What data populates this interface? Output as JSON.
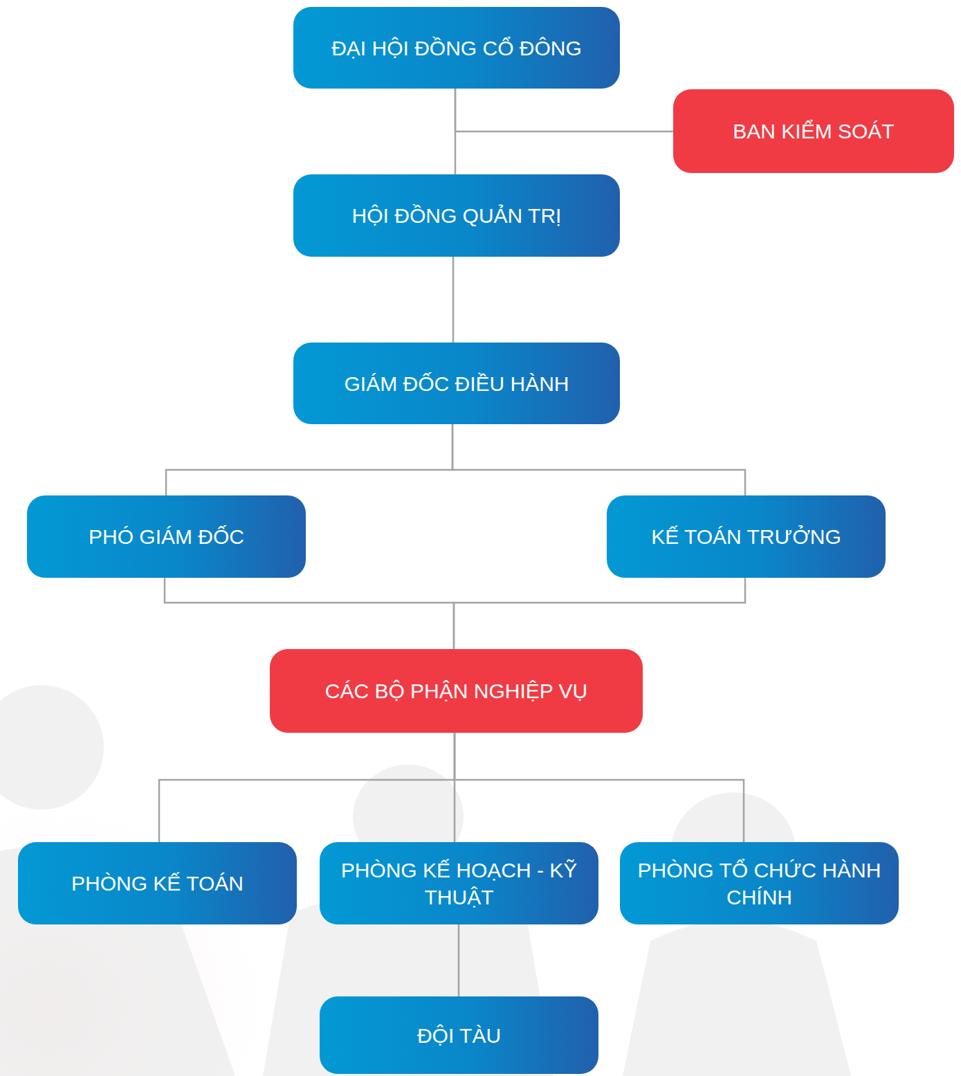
{
  "diagram": {
    "nodes": [
      {
        "text": [
          "ĐẠI HỘI ĐỒNG CỔ ĐÔNG"
        ]
      },
      {
        "text": [
          "BAN KIỂM SOÁT"
        ]
      },
      {
        "text": [
          "HỘI ĐỒNG QUẢN TRỊ"
        ]
      },
      {
        "text": [
          "GIÁM ĐỐC ĐIỀU HÀNH"
        ]
      },
      {
        "text": [
          "PHÓ GIÁM ĐỐC"
        ]
      },
      {
        "text": [
          "KẾ TOÁN TRƯỞNG"
        ]
      },
      {
        "text": [
          "CÁC BỘ PHẬN NGHIỆP VỤ"
        ]
      },
      {
        "text": [
          "PHÒNG KẾ TOÁN"
        ]
      },
      {
        "text": [
          "PHÒNG KẾ HOẠCH - KỸ THUẬT"
        ]
      },
      {
        "text": [
          "PHÒNG TỔ CHỨC HÀNH CHÍNH"
        ]
      },
      {
        "text": [
          "ĐỘI TÀU"
        ]
      }
    ],
    "edges": [
      {
        "from": 0,
        "to": 2,
        "arrow": "none"
      },
      {
        "from": 0,
        "to": 1,
        "arrow": "none"
      },
      {
        "from": 2,
        "to": 3,
        "arrow": "none"
      },
      {
        "from": 3,
        "to": 4,
        "arrow": "none"
      },
      {
        "from": 3,
        "to": 5,
        "arrow": "none"
      },
      {
        "from": 4,
        "to": 6,
        "arrow": "none"
      },
      {
        "from": 5,
        "to": 6,
        "arrow": "none"
      },
      {
        "from": 6,
        "to": 7,
        "arrow": "none"
      },
      {
        "from": 6,
        "to": 8,
        "arrow": "none"
      },
      {
        "from": 6,
        "to": 9,
        "arrow": "none"
      },
      {
        "from": 8,
        "to": 10,
        "arrow": "none"
      }
    ]
  }
}
